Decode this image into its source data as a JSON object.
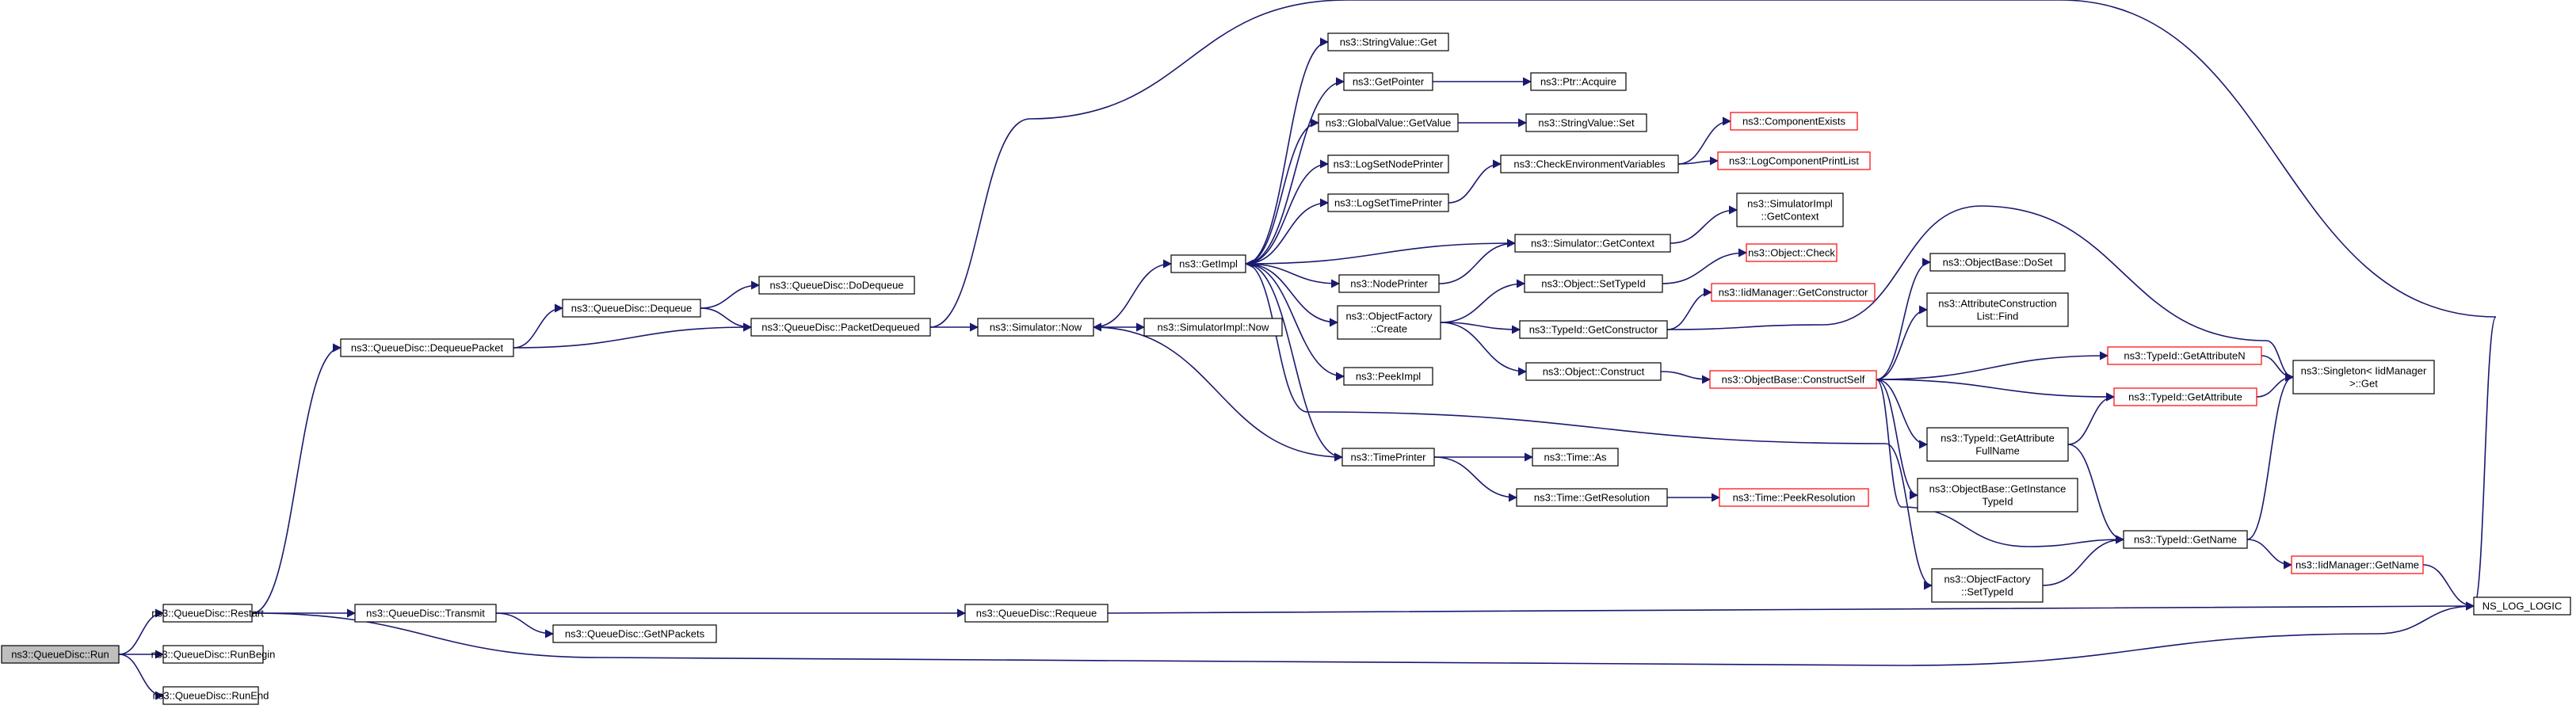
{
  "colors": {
    "edge": "#191970",
    "border": "#000000",
    "truncated_border": "#ff0000",
    "root_fill": "#bfbfbf",
    "background": "#ffffff"
  },
  "nodes": [
    {
      "id": "run",
      "lines": [
        "ns3::QueueDisc::Run"
      ],
      "root": true
    },
    {
      "id": "restart",
      "lines": [
        "ns3::QueueDisc::Restart"
      ]
    },
    {
      "id": "runbegin",
      "lines": [
        "ns3::QueueDisc::RunBegin"
      ]
    },
    {
      "id": "runend",
      "lines": [
        "ns3::QueueDisc::RunEnd"
      ]
    },
    {
      "id": "dequeuepacket",
      "lines": [
        "ns3::QueueDisc::DequeuePacket"
      ]
    },
    {
      "id": "transmit",
      "lines": [
        "ns3::QueueDisc::Transmit"
      ]
    },
    {
      "id": "dequeue",
      "lines": [
        "ns3::QueueDisc::Dequeue"
      ]
    },
    {
      "id": "packetdequeued",
      "lines": [
        "ns3::QueueDisc::PacketDequeued"
      ]
    },
    {
      "id": "dodequeue",
      "lines": [
        "ns3::QueueDisc::DoDequeue"
      ]
    },
    {
      "id": "getnpackets",
      "lines": [
        "ns3::QueueDisc::GetNPackets"
      ]
    },
    {
      "id": "requeue",
      "lines": [
        "ns3::QueueDisc::Requeue"
      ]
    },
    {
      "id": "simnow",
      "lines": [
        "ns3::Simulator::Now"
      ]
    },
    {
      "id": "simimplnow",
      "lines": [
        "ns3::SimulatorImpl::Now"
      ]
    },
    {
      "id": "getimpl",
      "lines": [
        "ns3::GetImpl"
      ]
    },
    {
      "id": "stringvalueget",
      "lines": [
        "ns3::StringValue::Get"
      ]
    },
    {
      "id": "getpointer",
      "lines": [
        "ns3::GetPointer"
      ]
    },
    {
      "id": "globalvalue",
      "lines": [
        "ns3::GlobalValue::GetValue"
      ]
    },
    {
      "id": "lognodeprinter",
      "lines": [
        "ns3::LogSetNodePrinter"
      ]
    },
    {
      "id": "logtimeprinter",
      "lines": [
        "ns3::LogSetTimePrinter"
      ]
    },
    {
      "id": "nodeprinter",
      "lines": [
        "ns3::NodePrinter"
      ]
    },
    {
      "id": "objfactorycreate",
      "lines": [
        "ns3::ObjectFactory",
        "::Create"
      ]
    },
    {
      "id": "peekimpl",
      "lines": [
        "ns3::PeekImpl"
      ]
    },
    {
      "id": "timeprinter",
      "lines": [
        "ns3::TimePrinter"
      ]
    },
    {
      "id": "ptracquire",
      "lines": [
        "ns3::Ptr::Acquire"
      ]
    },
    {
      "id": "stringvalueset",
      "lines": [
        "ns3::StringValue::Set"
      ]
    },
    {
      "id": "checkenv",
      "lines": [
        "ns3::CheckEnvironmentVariables"
      ]
    },
    {
      "id": "simgetcontext",
      "lines": [
        "ns3::Simulator::GetContext"
      ]
    },
    {
      "id": "objsettypeid",
      "lines": [
        "ns3::Object::SetTypeId"
      ]
    },
    {
      "id": "typeidgetconstructor",
      "lines": [
        "ns3::TypeId::GetConstructor"
      ]
    },
    {
      "id": "objconstruct",
      "lines": [
        "ns3::Object::Construct"
      ]
    },
    {
      "id": "timeas",
      "lines": [
        "ns3::Time::As"
      ]
    },
    {
      "id": "timegetres",
      "lines": [
        "ns3::Time::GetResolution"
      ]
    },
    {
      "id": "componentexists",
      "lines": [
        "ns3::ComponentExists"
      ],
      "red": true
    },
    {
      "id": "logcomplist",
      "lines": [
        "ns3::LogComponentPrintList"
      ],
      "red": true
    },
    {
      "id": "simimplgetcontext",
      "lines": [
        "ns3::SimulatorImpl",
        "::GetContext"
      ]
    },
    {
      "id": "objcheck",
      "lines": [
        "ns3::Object::Check"
      ],
      "red": true
    },
    {
      "id": "iidgetconstructor",
      "lines": [
        "ns3::IidManager::GetConstructor"
      ],
      "red": true
    },
    {
      "id": "constructself",
      "lines": [
        "ns3::ObjectBase::ConstructSelf"
      ],
      "red": true
    },
    {
      "id": "timepeekres",
      "lines": [
        "ns3::Time::PeekResolution"
      ],
      "red": true
    },
    {
      "id": "objbasedoset",
      "lines": [
        "ns3::ObjectBase::DoSet"
      ]
    },
    {
      "id": "attrlistfind",
      "lines": [
        "ns3::AttributeConstruction",
        "List::Find"
      ]
    },
    {
      "id": "getattrfullname",
      "lines": [
        "ns3::TypeId::GetAttribute",
        "FullName"
      ]
    },
    {
      "id": "getinstancetypeid",
      "lines": [
        "ns3::ObjectBase::GetInstance",
        "TypeId"
      ]
    },
    {
      "id": "objfactorysettypeid",
      "lines": [
        "ns3::ObjectFactory",
        "::SetTypeId"
      ]
    },
    {
      "id": "getattributen",
      "lines": [
        "ns3::TypeId::GetAttributeN"
      ],
      "red": true
    },
    {
      "id": "getattribute",
      "lines": [
        "ns3::TypeId::GetAttribute"
      ],
      "red": true
    },
    {
      "id": "typeidgetname",
      "lines": [
        "ns3::TypeId::GetName"
      ]
    },
    {
      "id": "singleton",
      "lines": [
        "ns3::Singleton< IidManager",
        " >::Get"
      ]
    },
    {
      "id": "iidgetname",
      "lines": [
        "ns3::IidManager::GetName"
      ],
      "red": true
    },
    {
      "id": "nsloglogic",
      "lines": [
        "NS_LOG_LOGIC"
      ]
    }
  ]
}
